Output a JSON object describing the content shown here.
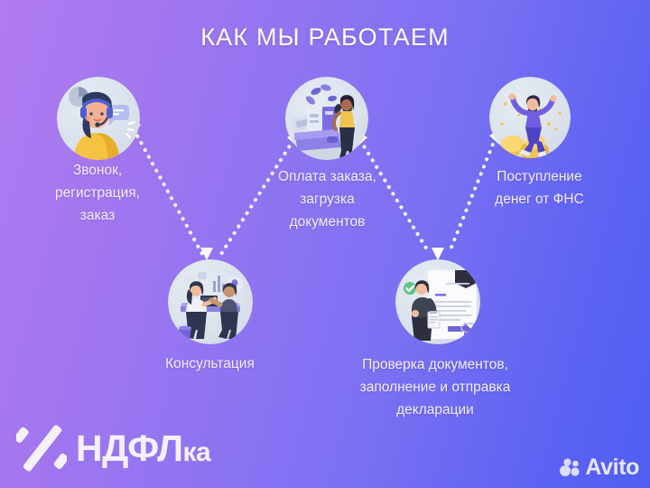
{
  "poster": {
    "title": "КАК МЫ РАБОТАЕМ",
    "background_from": "#b07bf0",
    "background_to": "#4f5ef2",
    "text_color": "#f2eefc"
  },
  "steps": [
    {
      "id": "step-call",
      "caption": "Звонок,\nрегистрация,\nзаказ",
      "caption_lines": [
        "Звонок,",
        "регистрация,",
        "заказ"
      ],
      "icon": "support-operator-illustration",
      "row": "top"
    },
    {
      "id": "step-consultation",
      "caption": "Консультация",
      "caption_lines": [
        "Консультация"
      ],
      "icon": "consultation-meeting-illustration",
      "row": "bottom"
    },
    {
      "id": "step-payment",
      "caption": "Оплата заказа,\nзагрузка\nдокументов",
      "caption_lines": [
        "Оплата заказа,",
        "загрузка",
        "документов"
      ],
      "icon": "wallet-money-illustration",
      "row": "top"
    },
    {
      "id": "step-check-documents",
      "caption": "Проверка документов,\nзаполнение и отправка\nдекларации",
      "caption_lines": [
        "Проверка документов,",
        "заполнение и отправка",
        "декларации"
      ],
      "icon": "document-review-illustration",
      "row": "bottom"
    },
    {
      "id": "step-refund",
      "caption": "Поступление\nденег от ФНС",
      "caption_lines": [
        "Поступление",
        "денег от ФНС"
      ],
      "icon": "celebrating-person-coins-illustration",
      "row": "top"
    }
  ],
  "logo": {
    "mark": "double-slash-percent-icon",
    "word_main": "НДФЛ",
    "word_suffix": "ка"
  },
  "watermark": {
    "icon": "avito-dots-icon",
    "label": "Avito"
  }
}
